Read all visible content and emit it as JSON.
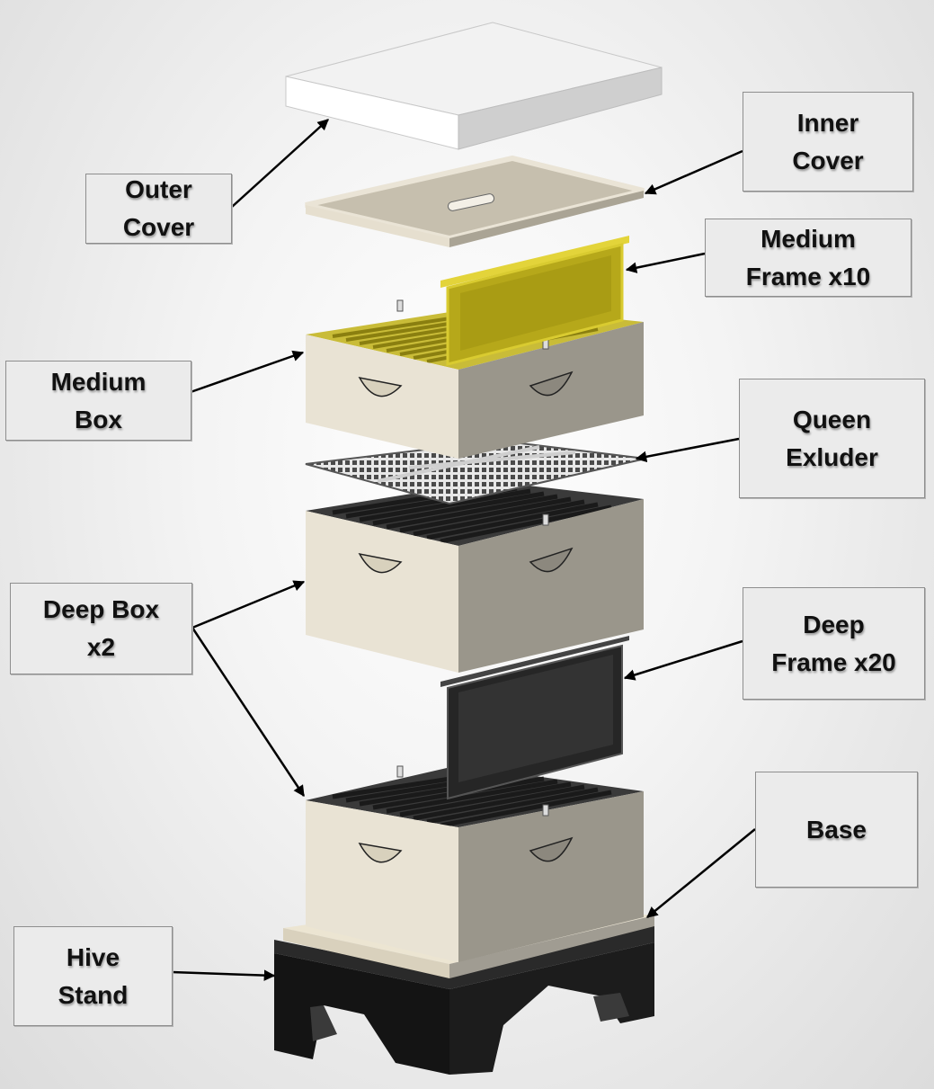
{
  "colors": {
    "box_light": "#e9e3d4",
    "box_dark": "#9a968b",
    "frame_yellow": "#b8aa1c",
    "frame_dark": "#303030",
    "stand": "#161616",
    "cover_top": "#f2f2f2",
    "cover_side": "#cfcfcf",
    "arrow": "#000000",
    "label_bg": "#ebebeb"
  },
  "labels": {
    "outer_cover": [
      "Outer",
      "Cover"
    ],
    "inner_cover": [
      "Inner",
      "Cover"
    ],
    "medium_frame": [
      "Medium",
      "Frame x10"
    ],
    "medium_box": [
      "Medium",
      "Box"
    ],
    "queen_excluder": [
      "Queen",
      "Exluder"
    ],
    "deep_box": [
      "Deep Box",
      "x2"
    ],
    "deep_frame": [
      "Deep",
      "Frame x20"
    ],
    "base": [
      "Base"
    ],
    "hive_stand": [
      "Hive",
      "Stand"
    ]
  }
}
